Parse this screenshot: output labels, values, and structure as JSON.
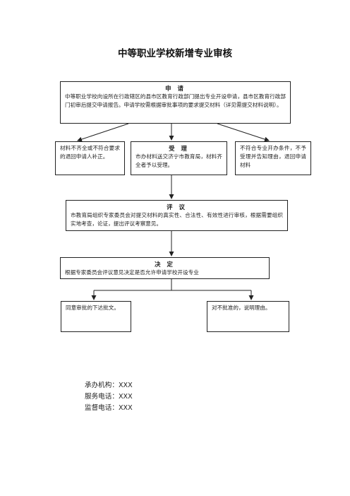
{
  "title": "中等职业学校新增专业审核",
  "flow": {
    "apply": {
      "heading": "申 请",
      "text": "中等职业学校向设所在行政辖区的县市区教育行政部门提出专业开设申请，县市区教育行政部门初审后提交申请报告。申请学校需根据审批事项的要求提交材料（详见需提交材料说明）。"
    },
    "incomplete": {
      "text": "材料不齐全或不符合要求的退回申请人补正。"
    },
    "accept": {
      "heading": "受 理",
      "text": "市办材料送交济宁市教育局，材料齐全者予以受理。"
    },
    "reject": {
      "text": "不符合专业开办条件，不予受理并告知理由，退回申请材料"
    },
    "review": {
      "heading": "评 议",
      "text": "市教育局组织专家委员会对提交材料的真实性、合法性、有效性进行审核，根据需要组织实地考查，论证，提出评议考察意见。"
    },
    "decision": {
      "heading": "决 定",
      "text": "根据专家委员会评议意见决定是否允许申请学校开设专业"
    },
    "approve": {
      "text": "同意审批的下达批文。"
    },
    "deny": {
      "text": "对不批准的，说明理由。"
    }
  },
  "footer": {
    "agency": "承办机构：XXX",
    "service_phone": "服务电话：XXX",
    "supervision_phone": "监督电话：XXX"
  }
}
